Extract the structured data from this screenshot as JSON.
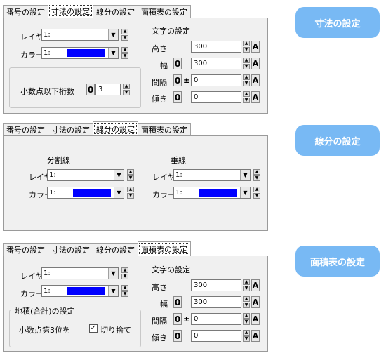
{
  "tabs": [
    "番号の設定",
    "寸法の設定",
    "線分の設定",
    "面積表の設定"
  ],
  "colors": {
    "accent": "#78b9f4",
    "swatch": "#0000ff"
  },
  "pills": {
    "p1": "寸法の設定",
    "p2": "線分の設定",
    "p3": "面積表の設定"
  },
  "common": {
    "layer": "レイヤ",
    "color": "カラー",
    "layer_value": "1:",
    "color_value": "1:",
    "zero": "0",
    "a": "A",
    "pm": "±"
  },
  "text": {
    "title": "文字の設定",
    "height": "高さ",
    "width": "幅",
    "spacing": "間隔",
    "tilt": "傾き",
    "height_val": "300",
    "width_val": "300",
    "spacing_val": "0",
    "tilt_val": "0"
  },
  "p1": {
    "decimal_label": "小数点以下桁数",
    "decimal_val": "3"
  },
  "p2": {
    "split": "分割線",
    "perp": "垂線"
  },
  "p3": {
    "area_title": "地積(合計)の設定",
    "third": "小数点第3位を",
    "cut": "切り捨て",
    "cut_mark": "✓"
  }
}
